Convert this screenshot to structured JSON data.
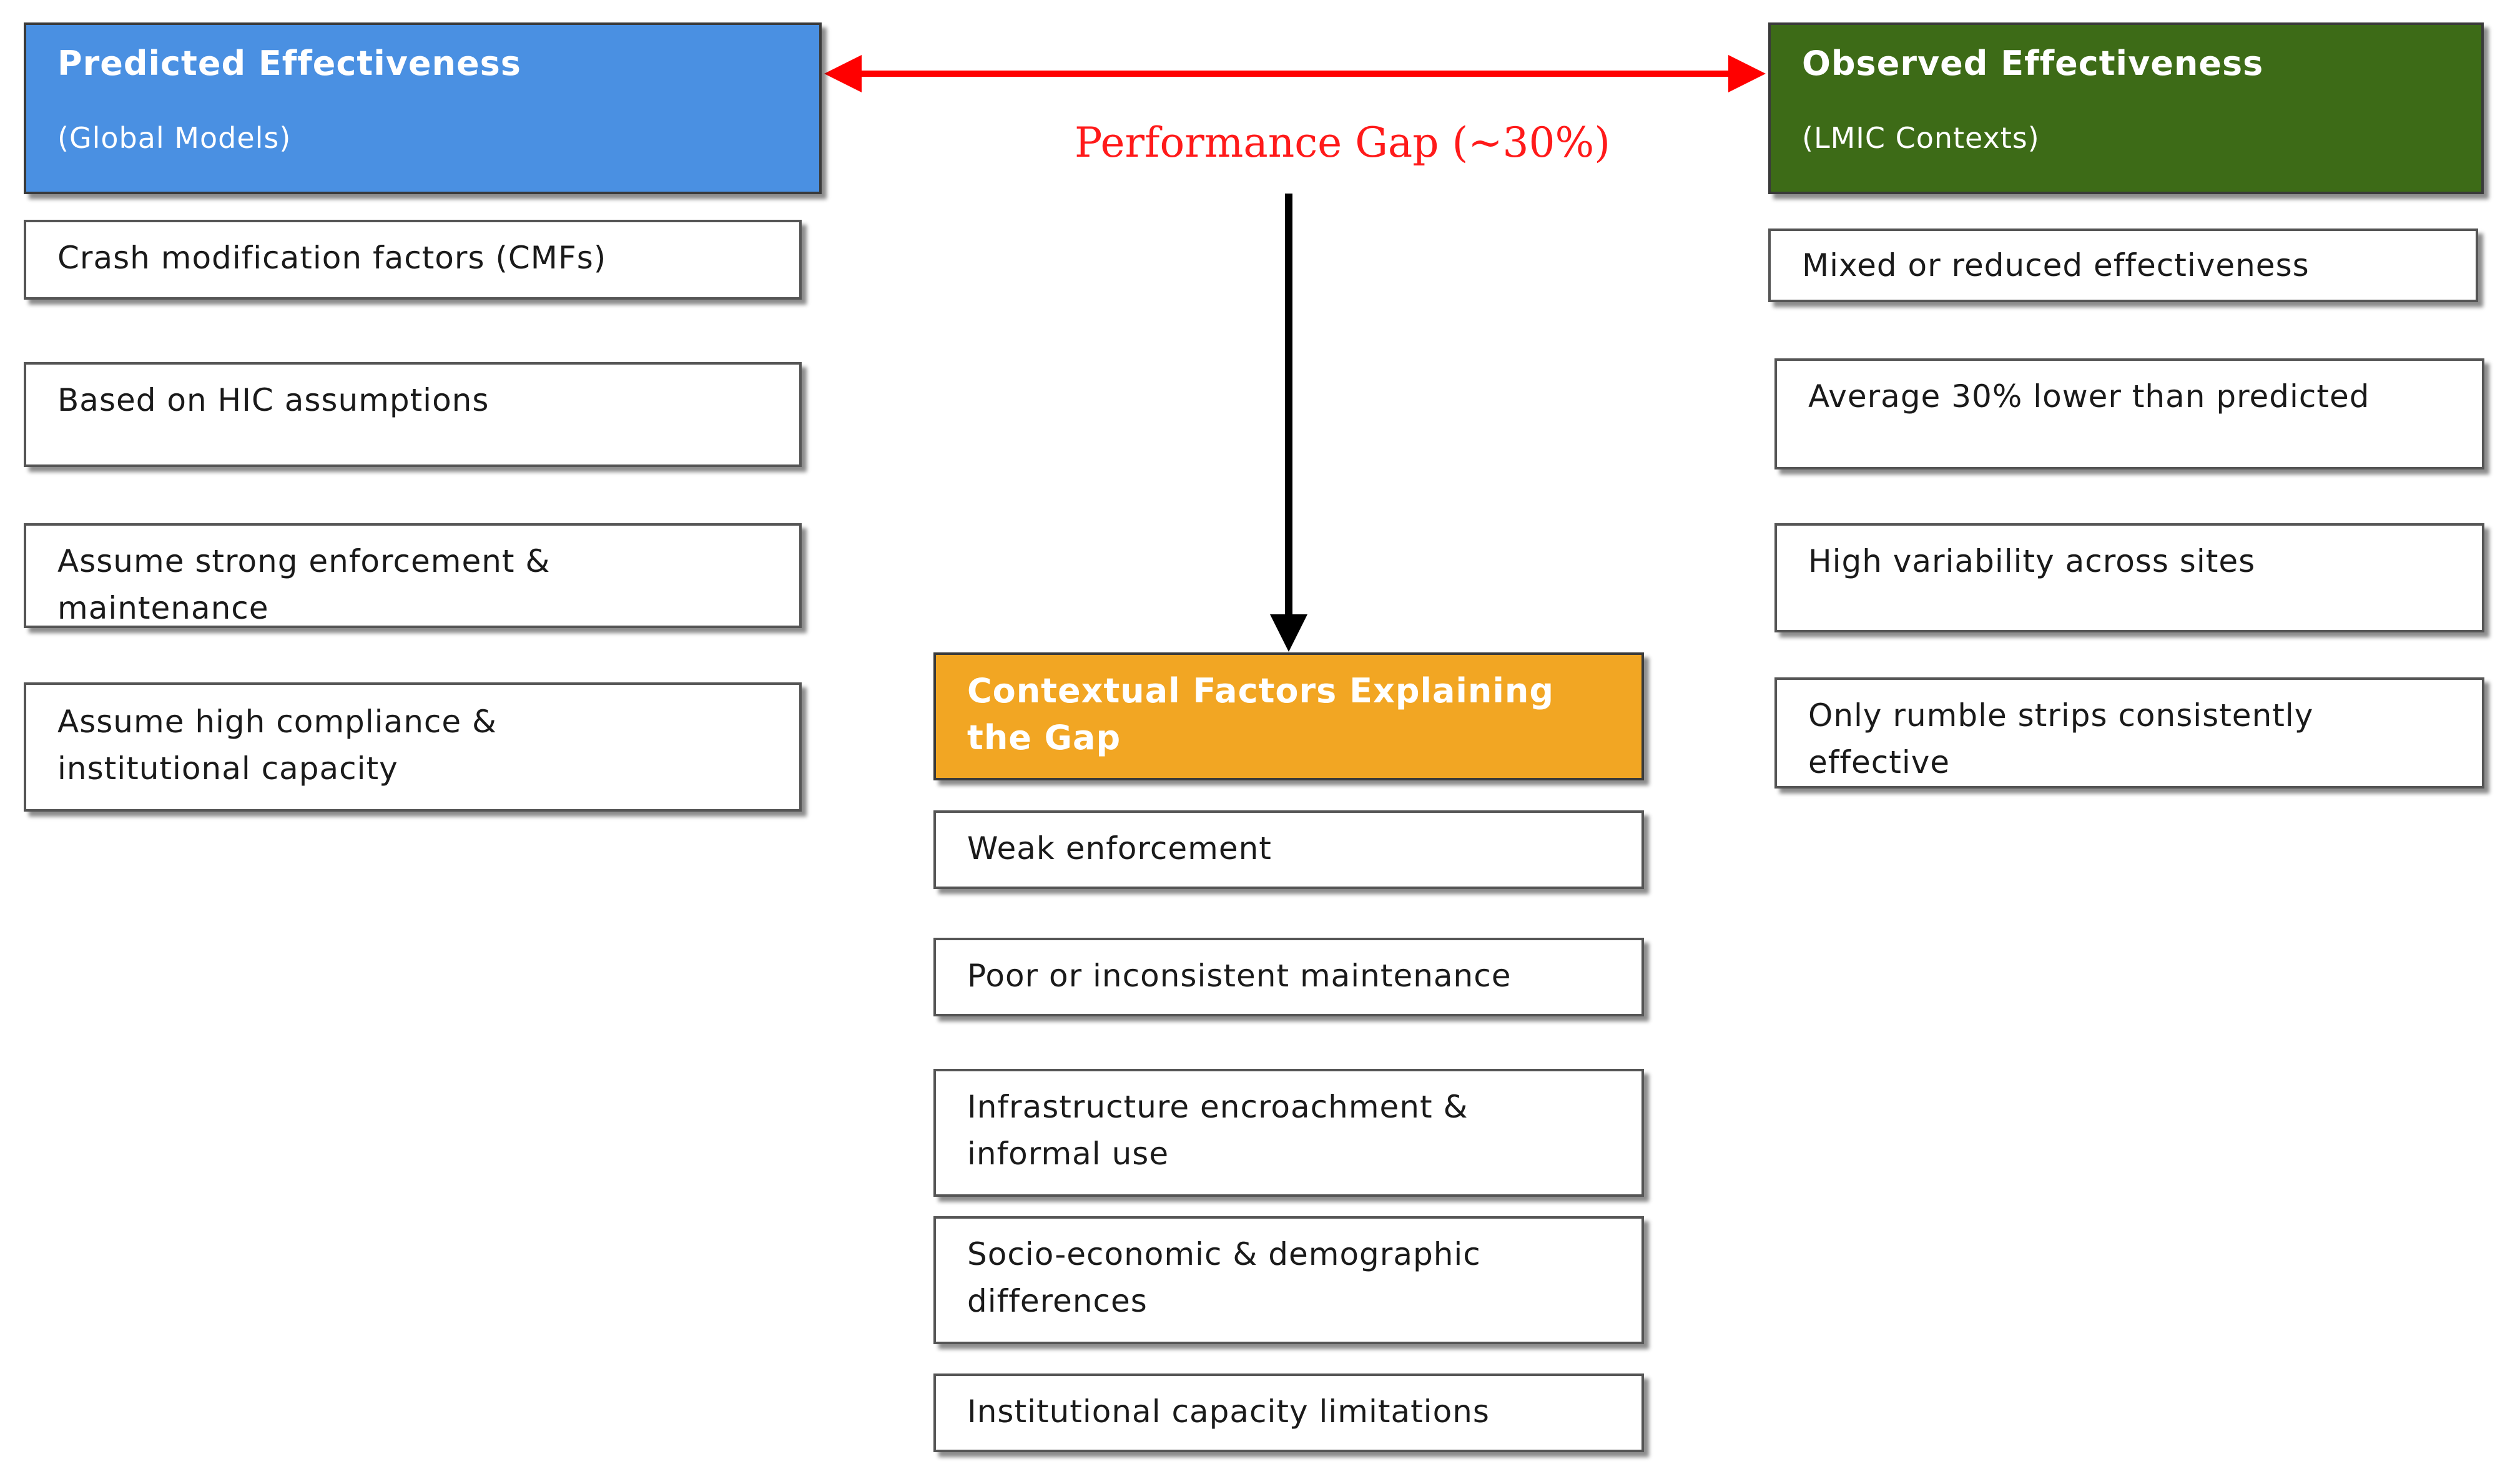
{
  "colors": {
    "predicted_header": "#4a90e2",
    "observed_header": "#3d6b17",
    "contextual_header": "#f2a623",
    "gap_arrow": "#ff0000",
    "gap_label": "#ff1a1a",
    "down_arrow": "#000000"
  },
  "predicted": {
    "title": "Predicted Effectiveness",
    "subtitle": "(Global Models)",
    "items": [
      "Crash modification factors (CMFs)",
      "Based on HIC assumptions",
      "Assume strong enforcement & maintenance",
      "Assume high compliance & institutional capacity"
    ]
  },
  "observed": {
    "title": "Observed Effectiveness",
    "subtitle": "(LMIC Contexts)",
    "items": [
      "Mixed or reduced effectiveness",
      "Average 30% lower than predicted",
      "High variability across sites",
      "Only rumble strips consistently effective"
    ]
  },
  "gap": {
    "label": "Performance Gap (~30%)"
  },
  "contextual": {
    "title": "Contextual Factors Explaining the Gap",
    "items": [
      "Weak enforcement",
      "Poor or inconsistent maintenance",
      "Infrastructure encroachment & informal use",
      "Socio-economic & demographic differences",
      "Institutional capacity limitations"
    ]
  }
}
